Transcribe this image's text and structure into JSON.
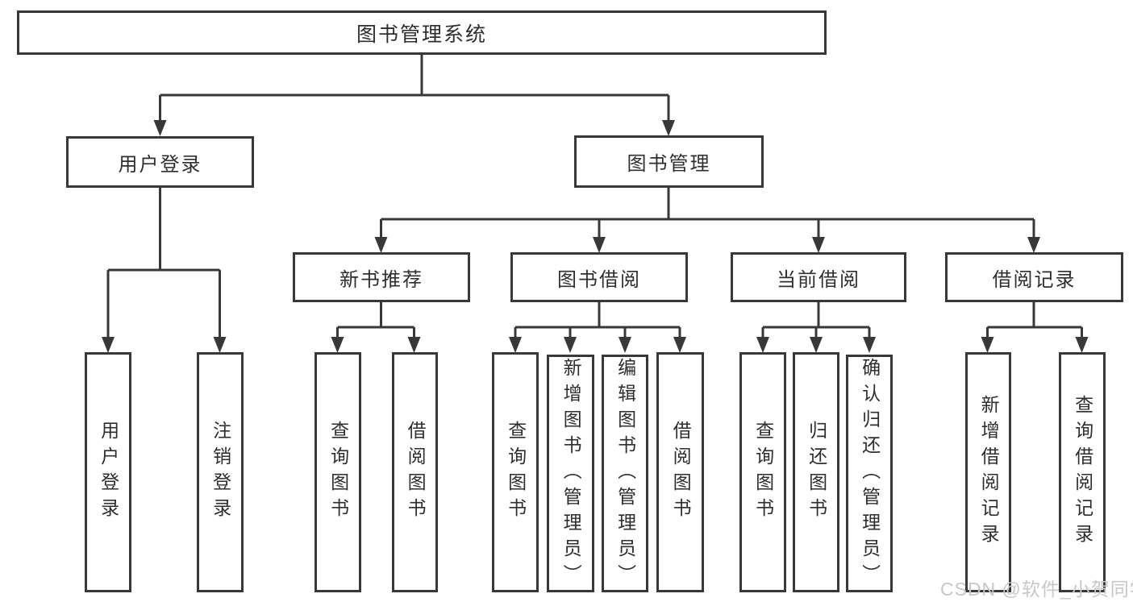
{
  "diagram": {
    "tree": {
      "label": "图书管理系统",
      "children": [
        {
          "label": "用户登录",
          "children": [
            {
              "label": "用户登录"
            },
            {
              "label": "注销登录"
            }
          ]
        },
        {
          "label": "图书管理",
          "children": [
            {
              "label": "新书推荐",
              "children": [
                {
                  "label": "查询图书"
                },
                {
                  "label": "借阅图书"
                }
              ]
            },
            {
              "label": "图书借阅",
              "children": [
                {
                  "label": "查询图书"
                },
                {
                  "label": "新增图书（管理员）"
                },
                {
                  "label": "编辑图书（管理员）"
                },
                {
                  "label": "借阅图书"
                }
              ]
            },
            {
              "label": "当前借阅",
              "children": [
                {
                  "label": "查询图书"
                },
                {
                  "label": "归还图书"
                },
                {
                  "label": "确认归还（管理员）"
                }
              ]
            },
            {
              "label": "借阅记录",
              "children": [
                {
                  "label": "新增借阅记录"
                },
                {
                  "label": "查询借阅记录"
                }
              ]
            }
          ]
        }
      ]
    },
    "colors": {
      "line": "#383838",
      "text": "#2e2e2e",
      "background": "#ffffff",
      "watermark": "#c7c7c7"
    }
  },
  "watermark": {
    "text": "CSDN @软件_小贺同学"
  }
}
